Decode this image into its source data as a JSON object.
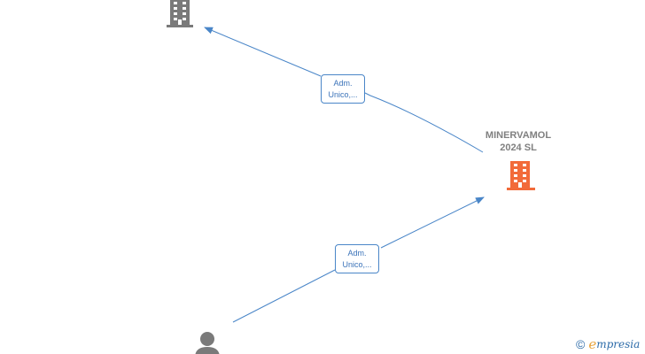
{
  "nodes": {
    "company_top": {
      "name": "",
      "icon": "building-icon",
      "color": "#7a7a7a"
    },
    "company_main": {
      "name_line1": "MINERVAMOL",
      "name_line2": "2024  SL",
      "icon": "building-icon",
      "color": "#f26b3a"
    },
    "person": {
      "icon": "person-icon",
      "color": "#7a7a7a"
    }
  },
  "edges": [
    {
      "from": "company_main",
      "to": "company_top",
      "label_line1": "Adm.",
      "label_line2": "Unico,..."
    },
    {
      "from": "person",
      "to": "company_main",
      "label_line1": "Adm.",
      "label_line2": "Unico,..."
    }
  ],
  "colors": {
    "edge": "#4a86c8",
    "label_text": "#3b73b9",
    "node_name": "#808080"
  },
  "watermark": {
    "symbol": "©",
    "brand_first": "e",
    "brand_rest": "mpresia"
  }
}
